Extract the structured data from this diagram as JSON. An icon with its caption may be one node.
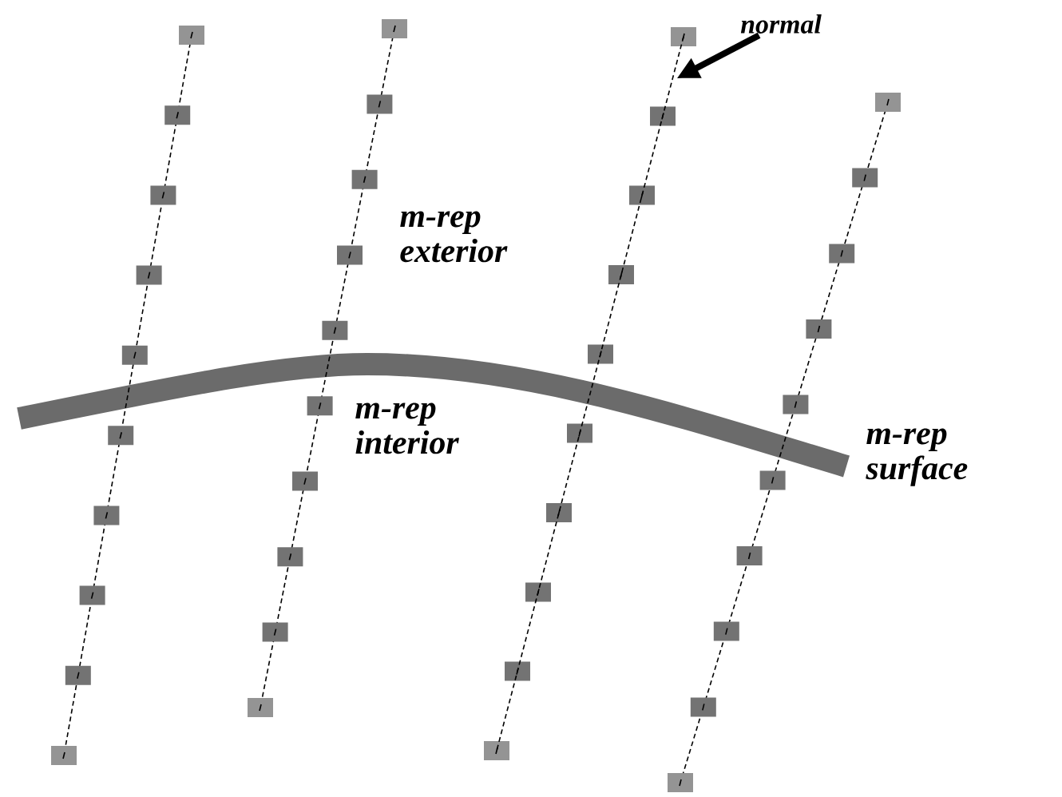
{
  "diagram": {
    "nodes": [
      {
        "text": [
          "normal"
        ]
      },
      {
        "text": [],
        "shape": "line"
      }
    ],
    "edges": [
      {
        "from": 0,
        "to": 1,
        "arrow": "to"
      }
    ],
    "labels": [
      "m-rep exterior",
      "m-rep interior",
      "m-rep surface"
    ]
  }
}
